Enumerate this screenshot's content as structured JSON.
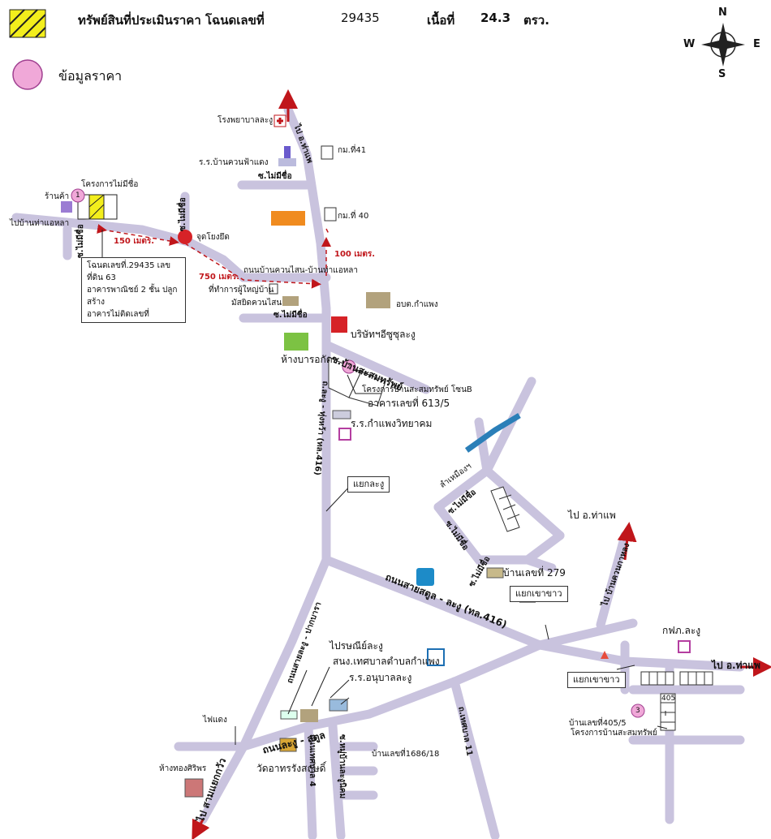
{
  "header": {
    "title": "ทรัพย์สินที่ประเมินราคา โฉนดเลขที่",
    "deed_no": "29435",
    "area_label": "เนื้อที่",
    "area_value": "24.3",
    "area_unit": "ตรว."
  },
  "legend": {
    "price_info": "ข้อมูลราคา"
  },
  "compass": {
    "n": "N",
    "s": "S",
    "e": "E",
    "w": "W"
  },
  "colors": {
    "road": "#c8c3dc",
    "road_dark": "#b9c3d6",
    "marker": "#f0a8d8",
    "red_arrow": "#c0161b",
    "water": "#2b7fb8",
    "subject": "#f3ee1c"
  },
  "markers": [
    "1",
    "2",
    "3"
  ],
  "labels": {
    "hospital": "โรงพยาบาลละงู",
    "km41": "กม.ที่41",
    "school_banklang": "ร.ร.บ้านควนฟ้าแดง",
    "soi_mai_mi_chue_1": "ซ.ไม่มีชื่อ",
    "shop": "ร้านค้า",
    "project_no_name": "โครงการไม่มีชื่อ",
    "to_ban_tha_ale": "ไปบ้านท่าแอหลา",
    "soi_mai_mi_chue_2": "ซ.ไม่มีชื่อ",
    "soi_mai_mi_chue_3": "ซ.ไม่มีชื่อ",
    "landmark_point": "จุดโยงยึด",
    "km40": "กม.ที่ 40",
    "dist_150": "150 เมตร.",
    "dist_100": "100 เมตร.",
    "dist_750": "750 เมตร.",
    "road_khuan_sai": "ถนนบ้านควนไสน-บ้านท่าแอหลา",
    "village_head": "ที่ทำการผู้ใหญ่บ้าน",
    "mosque": "มัสยิดควนไสน",
    "sao_kamphaeng": "อบต.กำแพง",
    "soi_mai_mi_chue_4": "ซ.ไม่มีชื่อ",
    "company": "บริษัทฯอีซูซุละงู",
    "store": "ห้างบารอกัต",
    "soi_ban_sasom": "ซ.บ้านสะสมทรัพย์",
    "project_sasom_b": "โครงการบ้านสะสมทรัพย์ โซนB",
    "building_613": "อาคารเลขที่ 613/5",
    "school_kamphaeng": "ร.ร.กำแพงวิทยาคม",
    "to_amphoe_top": "ไป อ.ท่าแพ",
    "road_416_v": "ถ.ละงู - ทุ่งหว้า (ทล.416)",
    "junction_lagu": "แยกละงู",
    "canal": "ลำเหมืองฯ",
    "soi_mai_mi_chue_5": "ซ.ไม่มีชื่อ",
    "soi_mai_mi_chue_6": "ซ.ไม่มีชื่อ",
    "soi_mai_mi_chue_7": "ซ.ไม่มีชื่อ",
    "house_279": "บ้านเลขที่ 279",
    "to_tha_phae": "ไป อ.ท่าแพ",
    "to_ban_khuan_kalong": "ไป บ้านควนกาหลง",
    "road_satun_lagu": "ถนนสายสตูล - ละงู (ทล.416)",
    "junction_khao_khao": "แยกเขาขาว",
    "pea_lagu": "กฟภ.ละงู",
    "to_tha_phae_east": "ไป อ.ท่าแพ",
    "junction_khao_khao_2": "แยกเขาขาว",
    "post_office": "ไปรษณีย์ละงู",
    "municipal_office": "สนง.เทศบาลตำบลกำแพง",
    "kindergarten": "ร.ร.อนุบาลละงู",
    "road_lagu_pakbara": "ถนนสายละงู - ปากบารา",
    "traffic_light": "ไฟแดง",
    "road_lagu_satun": "ถนนละงู - สตูล",
    "road_thetsaban_4": "ถนนเทศบาล 4",
    "soi_baan_rung": "ซ.หมู่บ้านละงูนิคม",
    "road_thetsaban_11": "ถ.เทศบาล 11",
    "house_1686": "บ้านเลขที่1686/18",
    "house_405": "บ้านเลขที่405/5",
    "project_sasom_3": "โครงการบ้านสะสมทรัพย์",
    "lot_405": "405",
    "mall": "ห้างทองศิริพร",
    "temple": "วัดอาทรรังสฤษดิ์",
    "to_satun": "ไป สามแยกกวัว",
    "deed_note_1": "โฉนดเลขที่.29435 เลขที่ดิน 63",
    "deed_note_2": "อาคารพาณิชย์ 2 ชั้น ปลูกสร้าง",
    "deed_note_3": "อาคารไม่ติดเลขที่"
  }
}
